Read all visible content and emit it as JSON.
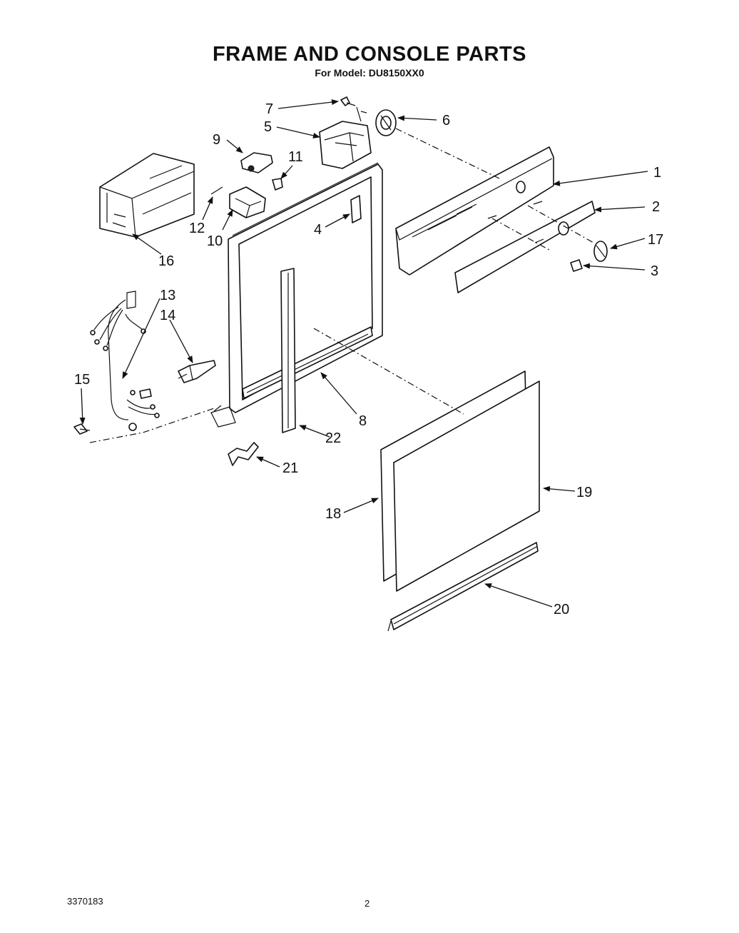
{
  "header": {
    "title": "FRAME AND CONSOLE PARTS",
    "subtitle": "For Model: DU8150XX0"
  },
  "footer": {
    "doc_number": "3370183",
    "page_number": "2"
  },
  "callouts": [
    "1",
    "2",
    "3",
    "4",
    "5",
    "6",
    "7",
    "8",
    "9",
    "10",
    "11",
    "12",
    "13",
    "14",
    "15",
    "16",
    "17",
    "18",
    "19",
    "20",
    "21",
    "22"
  ]
}
